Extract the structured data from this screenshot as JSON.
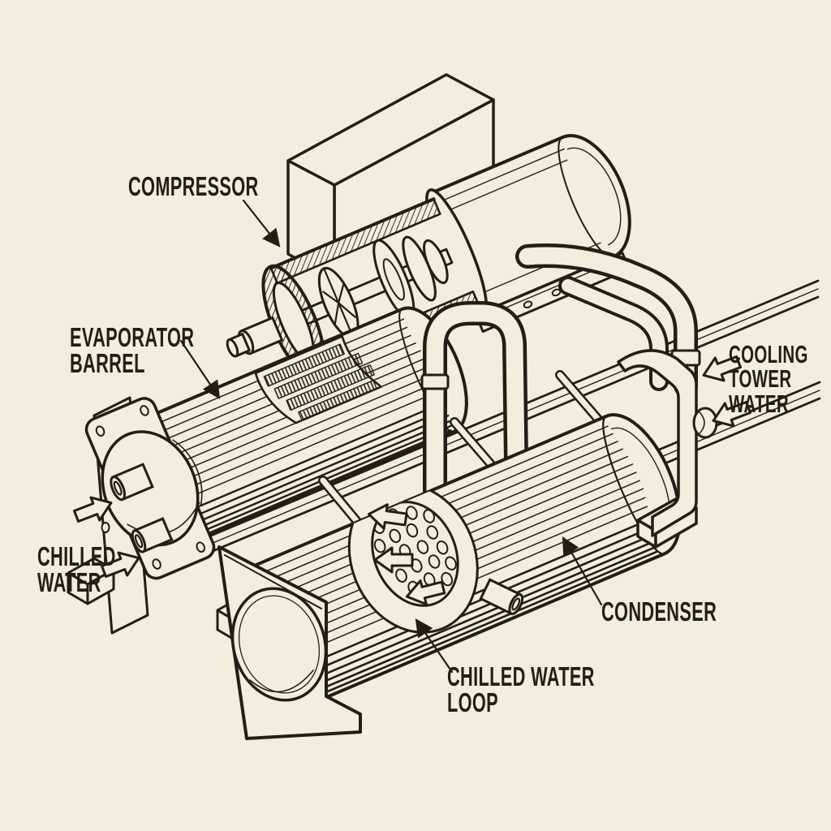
{
  "diagram": {
    "background_color": "#F2EDDC",
    "line_color": "#211E16",
    "labels": {
      "compressor": {
        "lines": [
          "COMPRESSOR"
        ]
      },
      "evaporator_barrel": {
        "lines": [
          "EVAPORATOR",
          "BARREL"
        ]
      },
      "cooling_tower_water": {
        "lines": [
          "COOLING",
          "TOWER",
          "WATER"
        ]
      },
      "chilled_water": {
        "lines": [
          "CHILLED",
          "WATER"
        ]
      },
      "condenser": {
        "lines": [
          "CONDENSER"
        ]
      },
      "chilled_water_loop": {
        "lines": [
          "CHILLED WATER",
          "LOOP"
        ]
      }
    }
  }
}
